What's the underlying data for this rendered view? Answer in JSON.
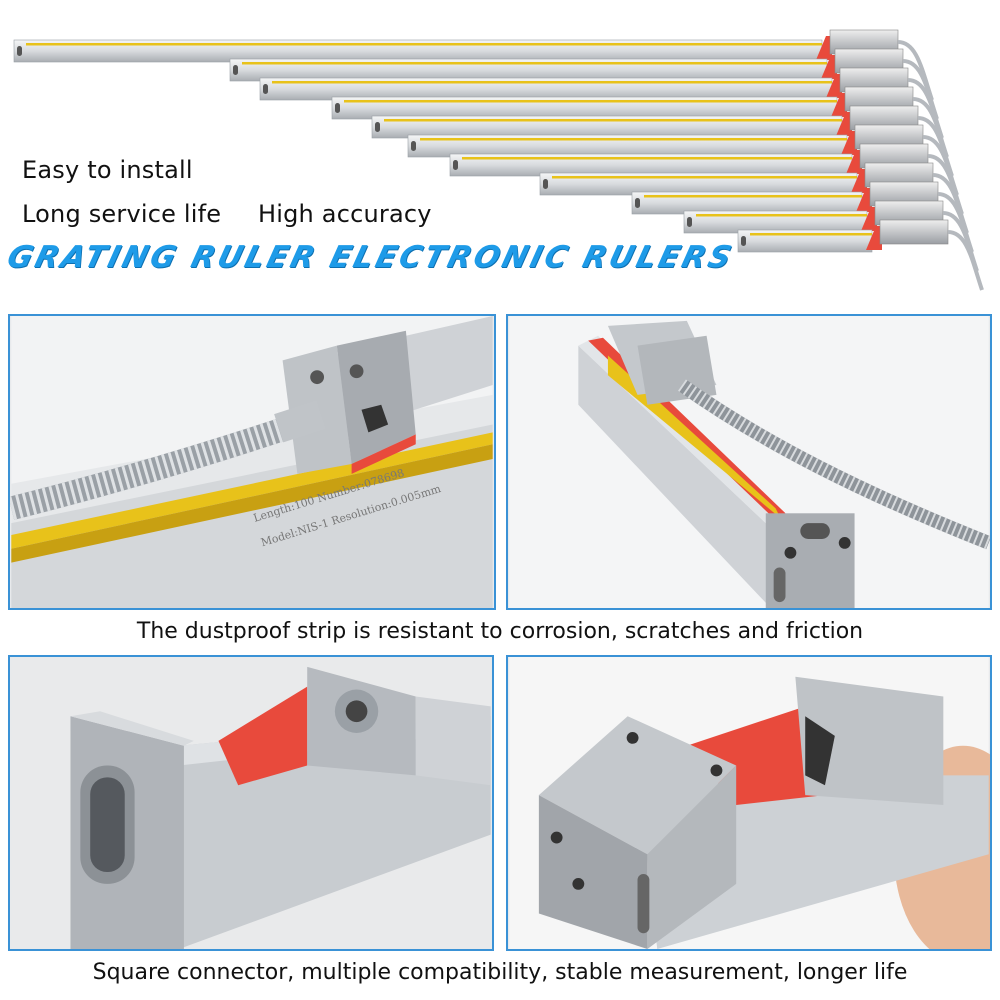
{
  "features": {
    "easy_install": "Easy to install",
    "service_life": "Long service life",
    "accuracy": "High accuracy"
  },
  "title": "GRATING RULER ELECTRONIC RULERS",
  "ruler_label": {
    "line1": "Length:100 Number:078698",
    "line2": "Model:NIS-1 Resolution:0.005mm"
  },
  "captions": {
    "row1": "The dustproof strip is resistant to corrosion, scratches and friction",
    "row2": "Square connector, multiple compatibility, stable measurement, longer life"
  },
  "colors": {
    "accent_blue": "#1e9be8",
    "frame_blue": "#3a92d6",
    "strip_yellow": "#e8c21a",
    "seal_red": "#e84a3c",
    "aluminum": "#dfe2e5"
  }
}
